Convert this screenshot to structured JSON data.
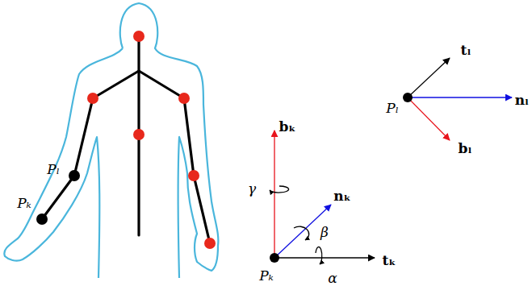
{
  "diagram": {
    "labels": [
      "Pₗ",
      "Pₖ",
      "bₖ",
      "γ",
      "nₖ",
      "β",
      "Pₖ",
      "α",
      "tₖ",
      "tₗ",
      "Pₗ",
      "nₗ",
      "bₗ"
    ]
  }
}
